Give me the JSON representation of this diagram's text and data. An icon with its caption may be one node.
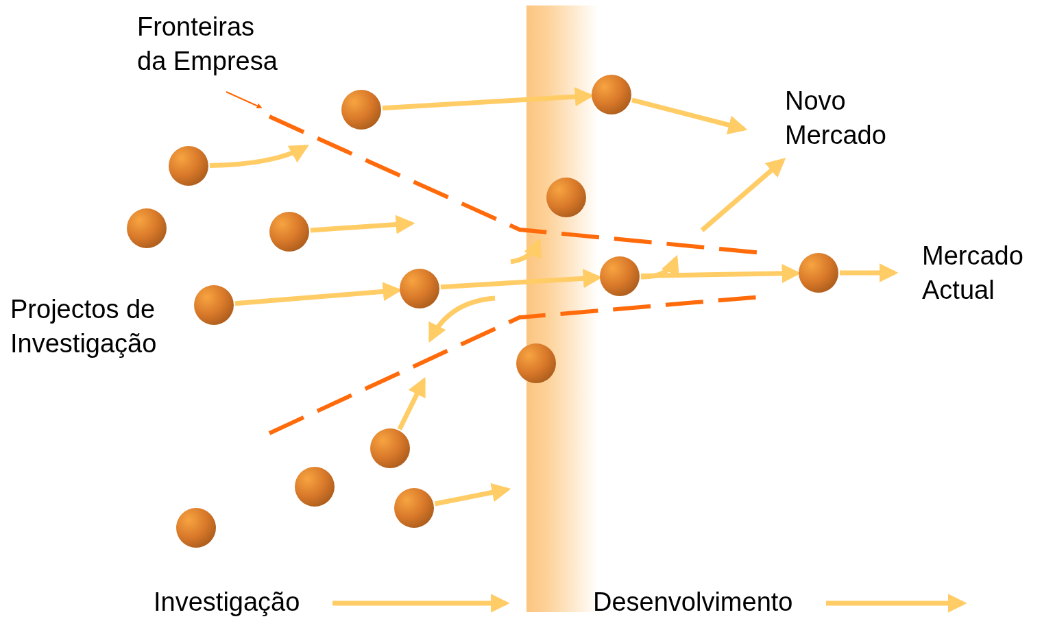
{
  "diagram": {
    "nodes": [
      {
        "text": [],
        "shape": "circle"
      },
      {
        "text": [],
        "shape": "circle"
      },
      {
        "text": [],
        "shape": "circle"
      },
      {
        "text": [],
        "shape": "circle"
      },
      {
        "text": [],
        "shape": "circle"
      },
      {
        "text": [],
        "shape": "circle"
      },
      {
        "text": [],
        "shape": "circle"
      },
      {
        "text": [],
        "shape": "circle"
      },
      {
        "text": [],
        "shape": "circle"
      },
      {
        "text": [],
        "shape": "circle"
      },
      {
        "text": [],
        "shape": "circle"
      },
      {
        "text": [],
        "shape": "circle"
      },
      {
        "text": [],
        "shape": "circle"
      },
      {
        "text": [],
        "shape": "circle"
      },
      {
        "text": [],
        "shape": "circle"
      },
      {
        "text": [
          "Fronteiras da Empresa"
        ]
      },
      {
        "text": [
          "Novo Mercado"
        ]
      },
      {
        "text": [
          "Mercado Actual"
        ]
      }
    ],
    "edges": [
      {
        "from": 1,
        "to": null,
        "arrow": "to"
      },
      {
        "from": 6,
        "to": 12,
        "arrow": "to"
      },
      {
        "from": 12,
        "to": 16,
        "arrow": "to"
      },
      {
        "from": 4,
        "to": null,
        "arrow": "to"
      },
      {
        "from": 3,
        "to": 9,
        "arrow": "to"
      },
      {
        "from": 9,
        "to": 13,
        "arrow": "to"
      },
      {
        "from": 13,
        "to": null,
        "arrow": "to"
      },
      {
        "from": null,
        "to": 16,
        "arrow": "to"
      },
      {
        "from": 13,
        "to": 14,
        "arrow": "to"
      },
      {
        "from": 14,
        "to": 17,
        "arrow": "to"
      },
      {
        "from": 7,
        "to": null,
        "arrow": "to"
      },
      {
        "from": 8,
        "to": null,
        "arrow": "to"
      },
      {
        "from": 15,
        "to": null,
        "arrow": "to",
        "color": "#ff6600"
      }
    ],
    "labels": [
      "Projectos de Investigação",
      "Investigação",
      "Desenvolvimento"
    ]
  }
}
